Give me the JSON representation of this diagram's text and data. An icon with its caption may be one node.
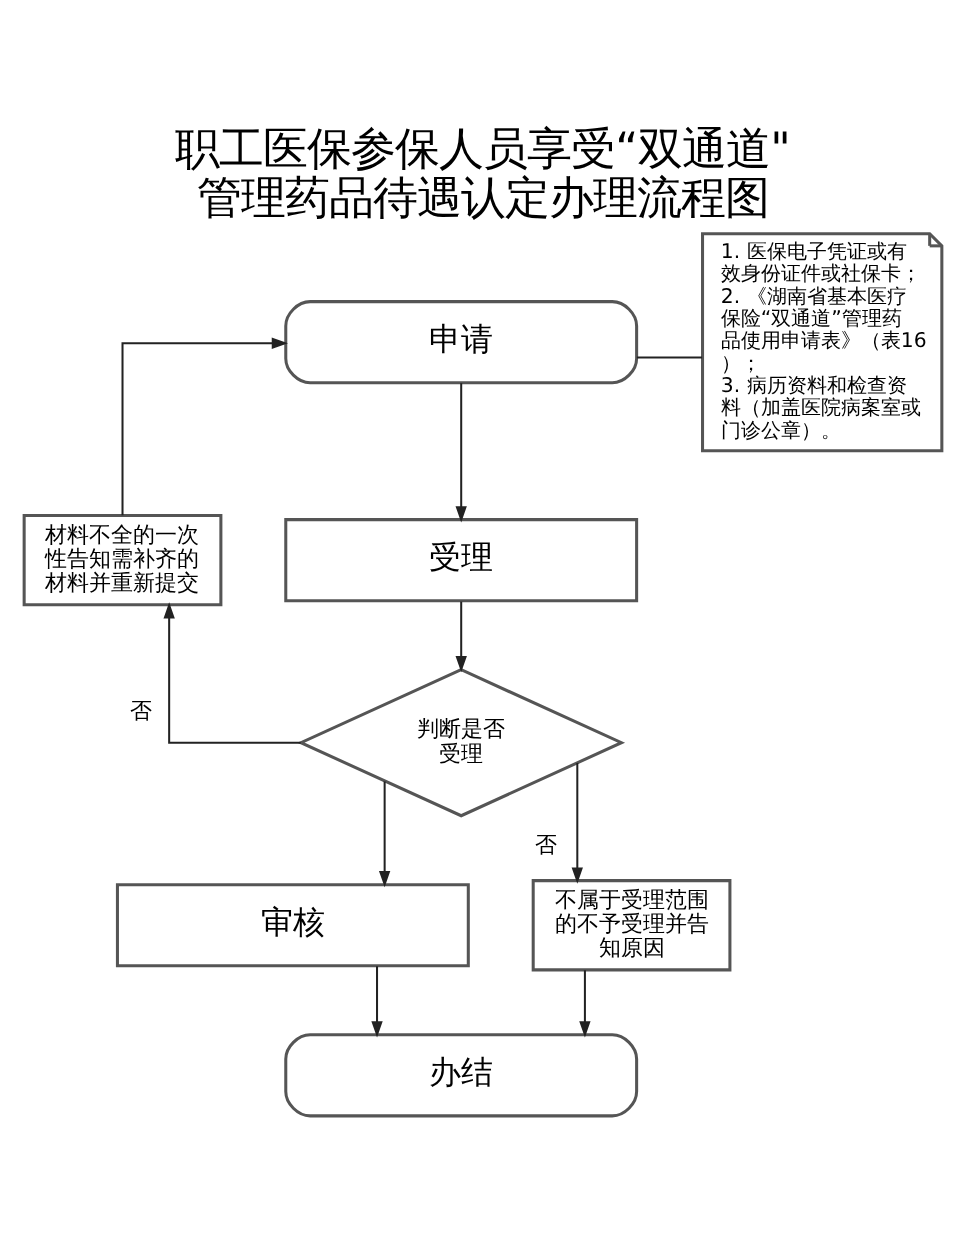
{
  "diagram": {
    "title": "职工医保参保人员享受“双通道\"管理药品待遇认定办理流程图",
    "nodes": [
      {
        "text": [
          "申请"
        ]
      },
      {
        "text": [
          "1. 医保电子凭证或有效身份证件或社保卡；",
          "2. 《湖南省基本医疗保险“双通道”管理药品使用申请表》（表16）；",
          "3. 病历资料和检查资料（加盖医院病案室或门诊公章）。"
        ]
      },
      {
        "text": [
          "材料不全的一次性告知需补齐的材料并重新提交"
        ]
      },
      {
        "text": [
          "受理"
        ]
      },
      {
        "text": [
          "判断是否受理"
        ]
      },
      {
        "text": [
          "审核"
        ]
      },
      {
        "text": [
          "不属于受理范围的不予受理并告知原因"
        ]
      },
      {
        "text": [
          "办结"
        ]
      }
    ],
    "edges": [
      {
        "from": 0,
        "to": 3,
        "arrow": "to"
      },
      {
        "from": 0,
        "to": 1,
        "arrow": "none"
      },
      {
        "from": 3,
        "to": 4,
        "arrow": "to"
      },
      {
        "from": 4,
        "to": 2,
        "arrow": "to",
        "label": "否"
      },
      {
        "from": 2,
        "to": 0,
        "arrow": "to"
      },
      {
        "from": 4,
        "to": 5,
        "arrow": "to"
      },
      {
        "from": 4,
        "to": 6,
        "arrow": "to",
        "label": "否"
      },
      {
        "from": 5,
        "to": 7,
        "arrow": "to"
      },
      {
        "from": 6,
        "to": 7,
        "arrow": "to"
      }
    ]
  }
}
